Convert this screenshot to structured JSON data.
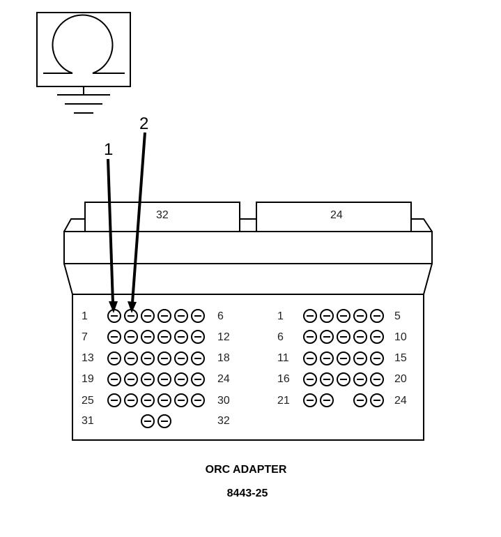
{
  "callouts": {
    "one": "1",
    "two": "2"
  },
  "connector_a": {
    "header_label": "32",
    "rows": [
      {
        "left": "1",
        "right": "6"
      },
      {
        "left": "7",
        "right": "12"
      },
      {
        "left": "13",
        "right": "18"
      },
      {
        "left": "19",
        "right": "24"
      },
      {
        "left": "25",
        "right": "30"
      },
      {
        "left": "31",
        "right": "32"
      }
    ]
  },
  "connector_b": {
    "header_label": "24",
    "rows": [
      {
        "left": "1",
        "right": "5"
      },
      {
        "left": "6",
        "right": "10"
      },
      {
        "left": "11",
        "right": "15"
      },
      {
        "left": "16",
        "right": "20"
      },
      {
        "left": "21",
        "right": "24"
      }
    ]
  },
  "caption": {
    "title": "ORC ADAPTER",
    "part_number": "8443-25"
  }
}
